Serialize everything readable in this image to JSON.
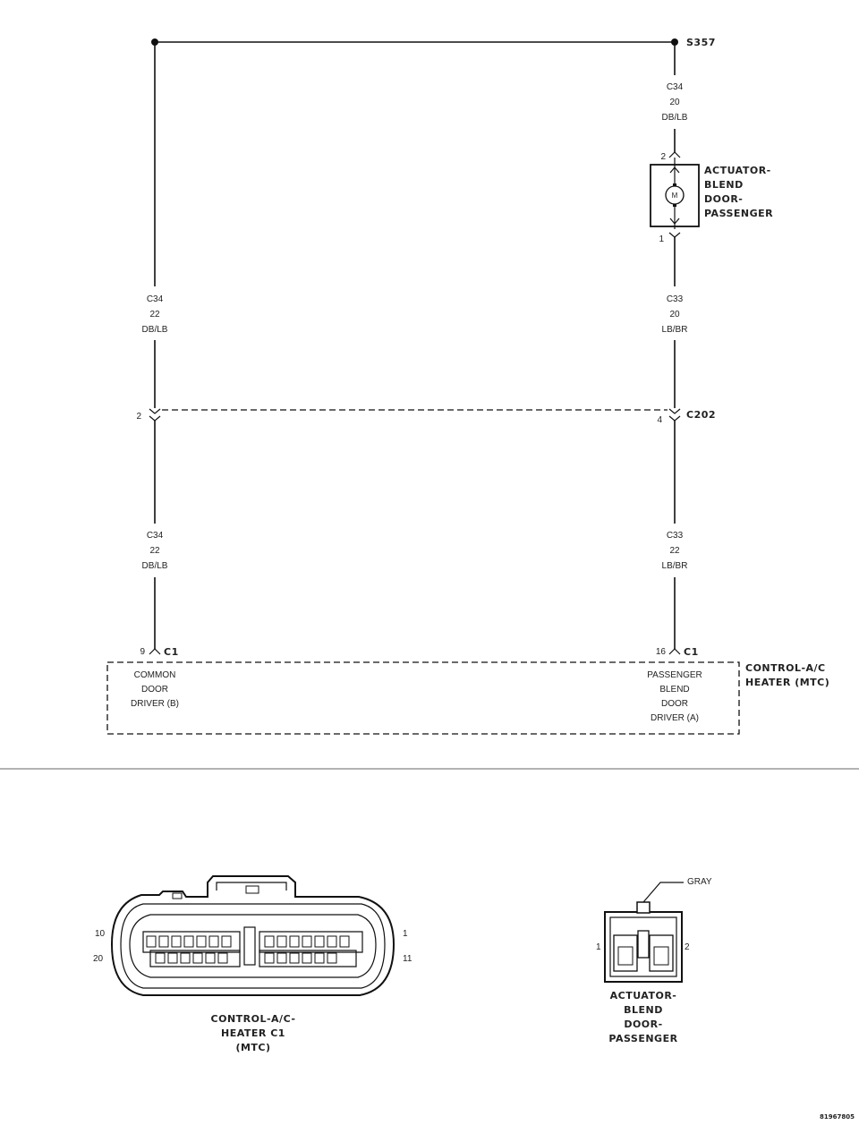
{
  "splice": {
    "label": "S357"
  },
  "left_upper_wire": {
    "circuit": "C34",
    "gauge": "22",
    "color": "DB/LB"
  },
  "left_lower_wire": {
    "circuit": "C34",
    "gauge": "22",
    "color": "DB/LB"
  },
  "right_top_wire": {
    "circuit": "C34",
    "gauge": "20",
    "color": "DB/LB"
  },
  "right_mid_wire": {
    "circuit": "C33",
    "gauge": "20",
    "color": "LB/BR"
  },
  "right_lower_wire": {
    "circuit": "C33",
    "gauge": "22",
    "color": "LB/BR"
  },
  "actuator": {
    "motor_symbol": "M",
    "pin_top": "2",
    "pin_bottom": "1",
    "name_lines": [
      "ACTUATOR-",
      "BLEND",
      "DOOR-",
      "PASSENGER"
    ]
  },
  "connector_c202": {
    "label": "C202",
    "pin_left": "2",
    "pin_right": "4"
  },
  "module": {
    "connector_label_left": "C1",
    "connector_label_right": "C1",
    "pin_left": "9",
    "pin_right": "16",
    "left_function_lines": [
      "COMMON",
      "DOOR",
      "DRIVER (B)"
    ],
    "right_function_lines": [
      "PASSENGER",
      "BLEND",
      "DOOR",
      "DRIVER (A)"
    ],
    "name_lines": [
      "CONTROL-A/C",
      "HEATER (MTC)"
    ]
  },
  "c1_connector_view": {
    "pin_labels": {
      "top_left": "10",
      "bottom_left": "20",
      "top_right": "1",
      "bottom_right": "11"
    },
    "caption_lines": [
      "CONTROL-A/C-",
      "HEATER C1",
      "(MTC)"
    ]
  },
  "actuator_connector_view": {
    "color_label": "GRAY",
    "pin_left": "1",
    "pin_right": "2",
    "caption_lines": [
      "ACTUATOR-",
      "BLEND",
      "DOOR-",
      "PASSENGER"
    ]
  },
  "figure_id": "81967805"
}
